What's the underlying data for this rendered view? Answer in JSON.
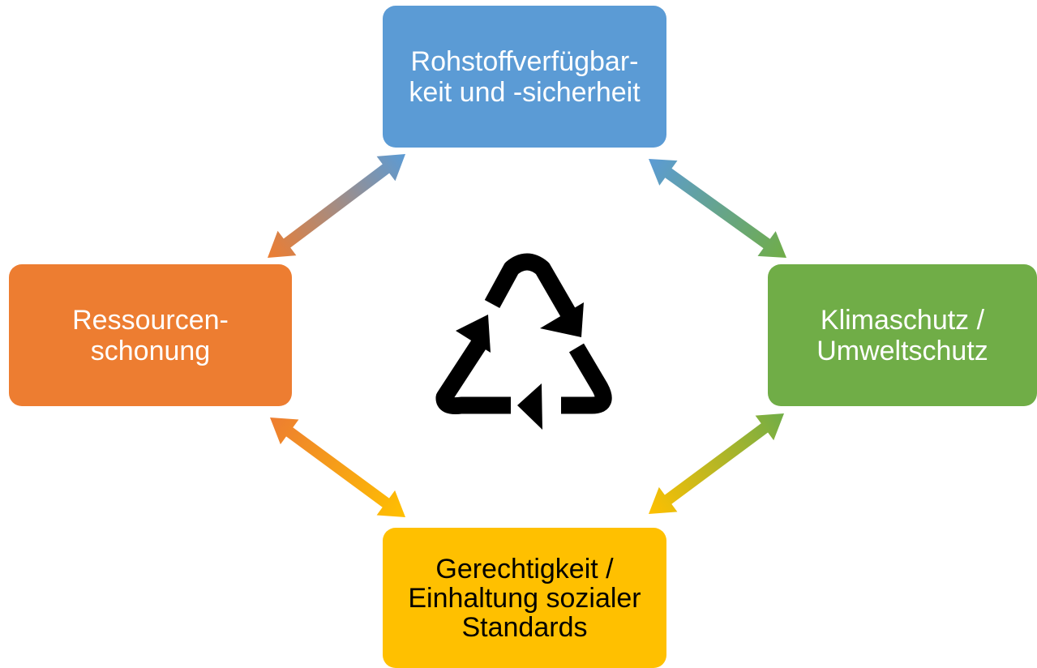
{
  "nodes": {
    "top": {
      "label": "Rohstoffverfügbar-\nkeit und -sicherheit",
      "color": "#5b9bd5",
      "text_color": "#ffffff"
    },
    "left": {
      "label": "Ressourcen-\nschonung",
      "color": "#ed7d31",
      "text_color": "#ffffff"
    },
    "right": {
      "label": "Klimaschutz /\nUmweltschutz",
      "color": "#70ad47",
      "text_color": "#ffffff"
    },
    "bottom": {
      "label": "Gerechtigkeit /\nEinhaltung sozialer\nStandards",
      "color": "#ffc000",
      "text_color": "#000000"
    }
  },
  "center_icon": "recycle-icon",
  "connections": [
    {
      "from": "top",
      "to": "left"
    },
    {
      "from": "top",
      "to": "right"
    },
    {
      "from": "left",
      "to": "bottom"
    },
    {
      "from": "right",
      "to": "bottom"
    }
  ]
}
